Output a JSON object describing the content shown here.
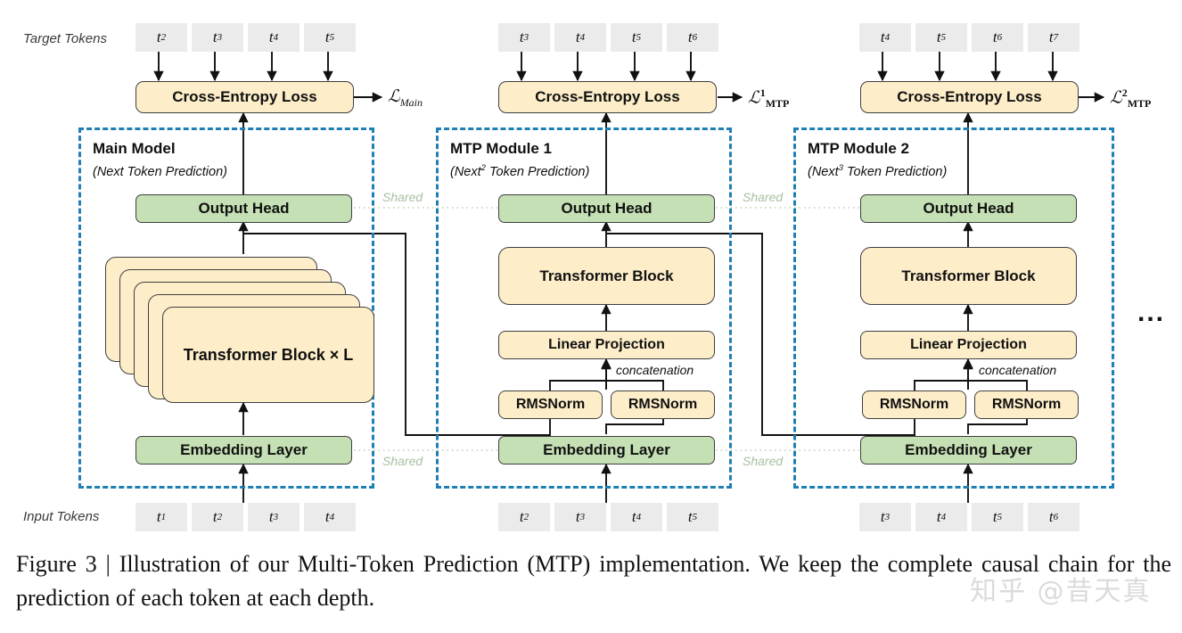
{
  "labels": {
    "target_tokens": "Target Tokens",
    "input_tokens": "Input Tokens",
    "shared": "Shared",
    "concatenation": "concatenation",
    "ellipsis": "..."
  },
  "columns": [
    {
      "id": "main",
      "title": "Main Model",
      "subtitle_pre": "(Next",
      "subtitle_sup": "",
      "subtitle_post": " Token Prediction)",
      "loss_box": "Cross-Entropy Loss",
      "loss_symbol": {
        "script": "ℒ",
        "sub": "Main",
        "sup": ""
      },
      "target_tokens": [
        "t2",
        "t3",
        "t4",
        "t5"
      ],
      "input_tokens": [
        "t1",
        "t2",
        "t3",
        "t4"
      ],
      "nodes": {
        "output_head": "Output Head",
        "transformer": "Transformer Block × L",
        "embedding": "Embedding Layer"
      }
    },
    {
      "id": "mtp1",
      "title": "MTP Module 1",
      "subtitle_pre": "(Next",
      "subtitle_sup": "2",
      "subtitle_post": " Token Prediction)",
      "loss_box": "Cross-Entropy Loss",
      "loss_symbol": {
        "script": "ℒ",
        "sub": "MTP",
        "sup": "1"
      },
      "target_tokens": [
        "t3",
        "t4",
        "t5",
        "t6"
      ],
      "input_tokens": [
        "t2",
        "t3",
        "t4",
        "t5"
      ],
      "nodes": {
        "output_head": "Output Head",
        "transformer": "Transformer Block",
        "linear": "Linear Projection",
        "rmsnorm_left": "RMSNorm",
        "rmsnorm_right": "RMSNorm",
        "embedding": "Embedding Layer"
      }
    },
    {
      "id": "mtp2",
      "title": "MTP Module 2",
      "subtitle_pre": "(Next",
      "subtitle_sup": "3",
      "subtitle_post": " Token Prediction)",
      "loss_box": "Cross-Entropy Loss",
      "loss_symbol": {
        "script": "ℒ",
        "sub": "MTP",
        "sup": "2"
      },
      "target_tokens": [
        "t4",
        "t5",
        "t6",
        "t7"
      ],
      "input_tokens": [
        "t3",
        "t4",
        "t5",
        "t6"
      ],
      "nodes": {
        "output_head": "Output Head",
        "transformer": "Transformer Block",
        "linear": "Linear Projection",
        "rmsnorm_left": "RMSNorm",
        "rmsnorm_right": "RMSNorm",
        "embedding": "Embedding Layer"
      }
    }
  ],
  "caption": "Figure 3 | Illustration of our Multi-Token Prediction (MTP) implementation. We keep the complete causal chain for the prediction of each token at each depth.",
  "watermark": "知乎 @昔天真",
  "colors": {
    "frame_blue": "#1f7fb4",
    "green_box": "#c5e0b4",
    "yellow_box": "#fdeec9",
    "token_gray": "#ebebeb",
    "shared_text": "#a9bfa0",
    "stroke": "#3f3f3f"
  }
}
